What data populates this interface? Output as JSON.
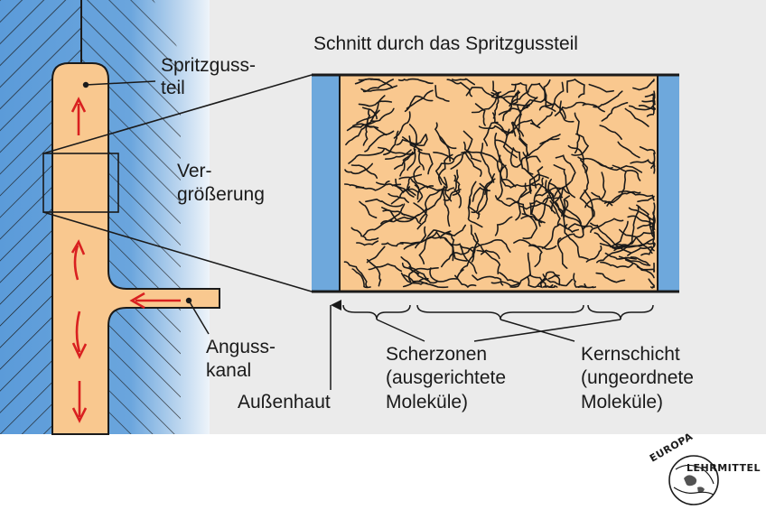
{
  "title": "Schnitt durch das Spritzgussteil",
  "labels": {
    "spritzgussteil": [
      "Spritzguss-",
      "teil"
    ],
    "vergroesserung": [
      "Ver-",
      "größerung"
    ],
    "angusskanal": [
      "Anguss-",
      "kanal"
    ],
    "aussenhaut": "Außenhaut",
    "scherzonen": [
      "Scherzonen",
      "(ausgerichtete",
      "Moleküle)"
    ],
    "kernschicht": [
      "Kernschicht",
      "(ungeordnete",
      "Moleküle)"
    ]
  },
  "logo": {
    "line1": "EUROPA",
    "line2": "LEHRMITTEL"
  },
  "colors": {
    "part_fill": "#f9c88f",
    "mold_blue": "#5b9bd9",
    "mold_light": "#e6f0f8",
    "skin_blue": "#6ea8dc",
    "flow_arrow": "#d92020",
    "background": "#ebebeb",
    "line": "#1a1a1a"
  }
}
